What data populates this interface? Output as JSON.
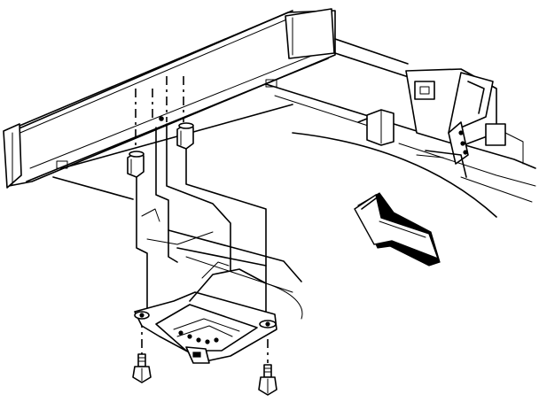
{
  "figure": {
    "icons": [
      "bumper-bar",
      "frame-rail",
      "mounting-bracket",
      "skid-plate",
      "retaining-nut",
      "bolt",
      "direction-arrow"
    ],
    "line_color": "#000000",
    "background": "#ffffff"
  }
}
